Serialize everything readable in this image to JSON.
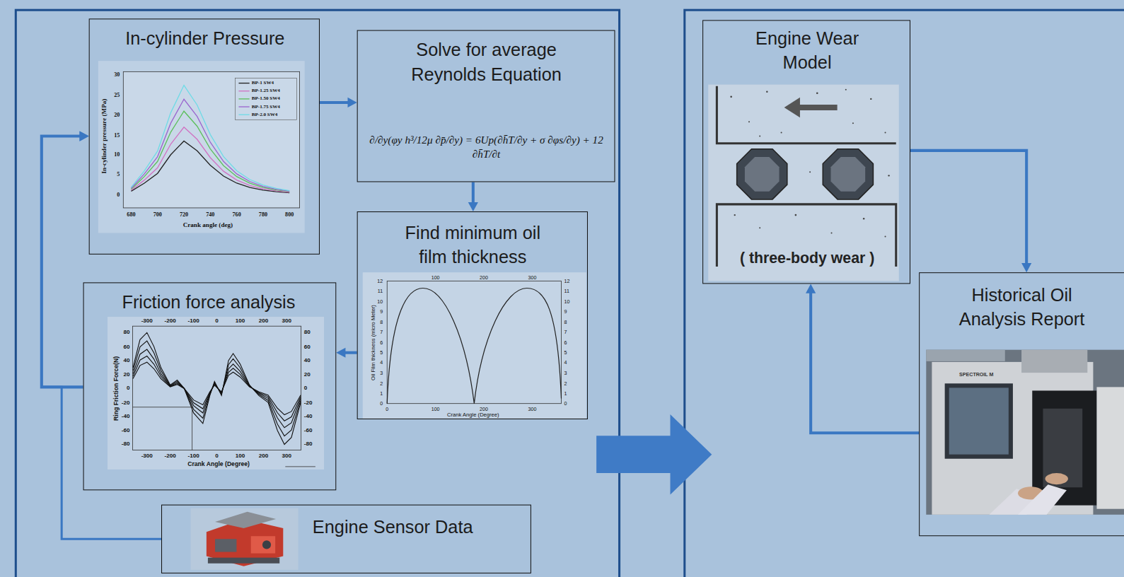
{
  "diagram": {
    "nodes": [
      {
        "text": [
          "In-cylinder Pressure"
        ]
      },
      {
        "text": [
          "Solve for average Reynolds Equation",
          "∂/∂y(φy h³/12μ ∂p̄/∂y) = 6Up(∂h̄T/∂y + σ ∂φs/∂y) + 12 ∂h̄T/∂t"
        ]
      },
      {
        "text": [
          "Find minimum oil film thickness"
        ]
      },
      {
        "text": [
          "Friction force analysis"
        ]
      },
      {
        "text": [
          "Engine Sensor Data"
        ]
      },
      {
        "text": [
          "Engine Wear Model",
          "( three-body wear )"
        ]
      },
      {
        "text": [
          "Historical Oil Analysis Report"
        ]
      }
    ],
    "edges": [
      {
        "from": 0,
        "to": 1,
        "arrow": "to"
      },
      {
        "from": 1,
        "to": 2,
        "arrow": "to"
      },
      {
        "from": 2,
        "to": 3,
        "arrow": "to"
      },
      {
        "from": 3,
        "to": 0,
        "arrow": "to"
      },
      {
        "from": 4,
        "to": 0,
        "arrow": "to"
      },
      {
        "from": 5,
        "to": 6,
        "arrow": "to"
      },
      {
        "from": 6,
        "to": 5,
        "arrow": "to"
      }
    ],
    "labels": [
      "In-cylinder pressure (MPa)",
      "0",
      "5",
      "10",
      "15",
      "20",
      "25",
      "30",
      "680",
      "700",
      "720",
      "740",
      "760",
      "780",
      "800",
      "Crank angle (deg)",
      "Oil Film thickness (micro Meter)",
      "0",
      "1",
      "2",
      "3",
      "4",
      "5",
      "6",
      "7",
      "8",
      "9",
      "10",
      "11",
      "12",
      "0",
      "1",
      "2",
      "3",
      "4",
      "5",
      "6",
      "7",
      "8",
      "9",
      "10",
      "11",
      "12",
      "0",
      "100",
      "200",
      "300",
      "100",
      "200",
      "300",
      "Crank Angle (Degree)",
      "Ring Friction Force(N)",
      "80",
      "60",
      "40",
      "20",
      "0",
      "-20",
      "-40",
      "-60",
      "-80",
      "80",
      "60",
      "40",
      "20",
      "0",
      "-20",
      "-40",
      "-60",
      "-80",
      "-300",
      "-200",
      "-100",
      "0",
      "100",
      "200",
      "300",
      "-300",
      "-200",
      "-100",
      "0",
      "100",
      "200",
      "300",
      "Crank Angle (Degree)",
      "SPECTROIL M"
    ],
    "legend": [
      {
        "text": "BP-1 SW4"
      },
      {
        "text": "BP-1.25 SW4"
      },
      {
        "text": "BP-1.50 SW4"
      },
      {
        "text": "BP-1.75 SW4"
      },
      {
        "text": "BP-2.0 SW4"
      }
    ]
  }
}
